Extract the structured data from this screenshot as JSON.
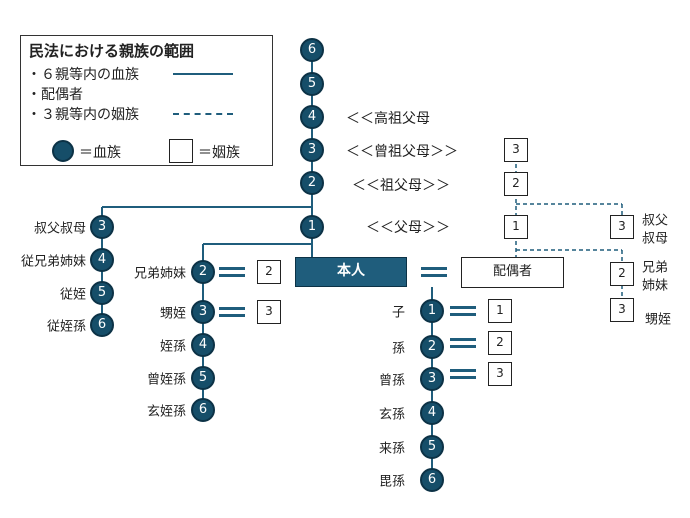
{
  "legend": {
    "title": "民法における親族の範囲",
    "items": [
      {
        "text": "・６親等内の血族",
        "line": "solid"
      },
      {
        "text": "・配偶者",
        "line": "none"
      },
      {
        "text": "・３親等内の姻族",
        "line": "dashed"
      }
    ],
    "blood_label": "＝血族",
    "inlaw_label": "＝姻族"
  },
  "colors": {
    "blood": "#164e69",
    "line": "#1f5d7c",
    "self_fill": "#1f5d7c"
  },
  "self": {
    "label": "本人"
  },
  "spouse": {
    "label": "配偶者"
  },
  "ancestors": {
    "circles": [
      "6",
      "5",
      "4",
      "3",
      "2",
      "1"
    ],
    "generations": [
      {
        "label": "＜＜高祖父母"
      },
      {
        "label": "＜＜曾祖父母＞＞"
      },
      {
        "label": "＜＜祖父母＞＞"
      },
      {
        "label": "＜＜父母＞＞"
      }
    ]
  },
  "uncle_branch": [
    {
      "degree": "3",
      "label": "叔父叔母"
    },
    {
      "degree": "4",
      "label": "従兄弟姉妹"
    },
    {
      "degree": "5",
      "label": "従姪"
    },
    {
      "degree": "6",
      "label": "従姪孫"
    }
  ],
  "sibling_branch": [
    {
      "degree": "2",
      "label": "兄弟姉妹",
      "inlaw": "2"
    },
    {
      "degree": "3",
      "label": "甥姪",
      "inlaw": "3"
    },
    {
      "degree": "4",
      "label": "姪孫"
    },
    {
      "degree": "5",
      "label": "曾姪孫"
    },
    {
      "degree": "6",
      "label": "玄姪孫"
    }
  ],
  "descendant_branch": [
    {
      "degree": "1",
      "label": "子",
      "inlaw": "1"
    },
    {
      "degree": "2",
      "label": "孫",
      "inlaw": "2"
    },
    {
      "degree": "3",
      "label": "曾孫",
      "inlaw": "3"
    },
    {
      "degree": "4",
      "label": "玄孫"
    },
    {
      "degree": "5",
      "label": "来孫"
    },
    {
      "degree": "6",
      "label": "毘孫"
    }
  ],
  "spouse_side": {
    "ascendants": [
      "3",
      "2",
      "1"
    ],
    "uncle": {
      "degree": "3",
      "label_lines": [
        "叔父",
        "叔母"
      ]
    },
    "sibling": {
      "degree": "2",
      "label_lines": [
        "兄弟",
        "姉妹"
      ]
    },
    "nephew": {
      "degree": "3",
      "label": "甥姪"
    }
  }
}
